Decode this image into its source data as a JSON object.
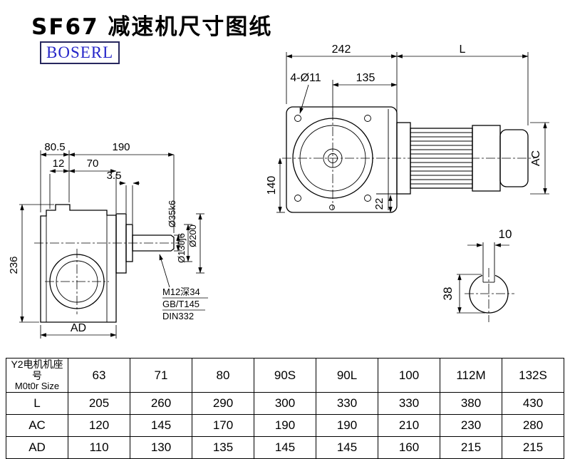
{
  "title": "SF67 减速机尺寸图纸",
  "logo_text": "BOSERL",
  "front_view": {
    "dim_width": "242",
    "dim_motor_length": "L",
    "holes_label": "4-Ø11",
    "dim_center_to_face": "135",
    "dim_center_height": "140",
    "dim_foot": "22",
    "dim_motor_diameter": "AC"
  },
  "side_view": {
    "dim_80_5": "80.5",
    "dim_190": "190",
    "dim_12": "12",
    "dim_70": "70",
    "dim_3_5": "3.5",
    "dim_height": "236",
    "dim_AD": "AD",
    "shaft_diameter": "Ø35k6",
    "spigot_diameter": "Ø130j6",
    "flange_diameter": "Ø200",
    "thread_note": "M12深34",
    "standard_note1": "GB/T145",
    "standard_note2": "DIN332"
  },
  "shaft_view": {
    "keyway_width": "10",
    "shaft_diameter": "38"
  },
  "table": {
    "motor_label_cn": "Y2电机机座号",
    "motor_label_en": "M0t0r Size",
    "sizes": [
      "63",
      "71",
      "80",
      "90S",
      "90L",
      "100",
      "112M",
      "132S"
    ],
    "rows": [
      {
        "label": "L",
        "values": [
          "205",
          "260",
          "290",
          "300",
          "330",
          "330",
          "380",
          "430"
        ]
      },
      {
        "label": "AC",
        "values": [
          "120",
          "145",
          "170",
          "190",
          "190",
          "210",
          "230",
          "280"
        ]
      },
      {
        "label": "AD",
        "values": [
          "110",
          "130",
          "135",
          "145",
          "145",
          "160",
          "215",
          "215"
        ]
      }
    ]
  }
}
